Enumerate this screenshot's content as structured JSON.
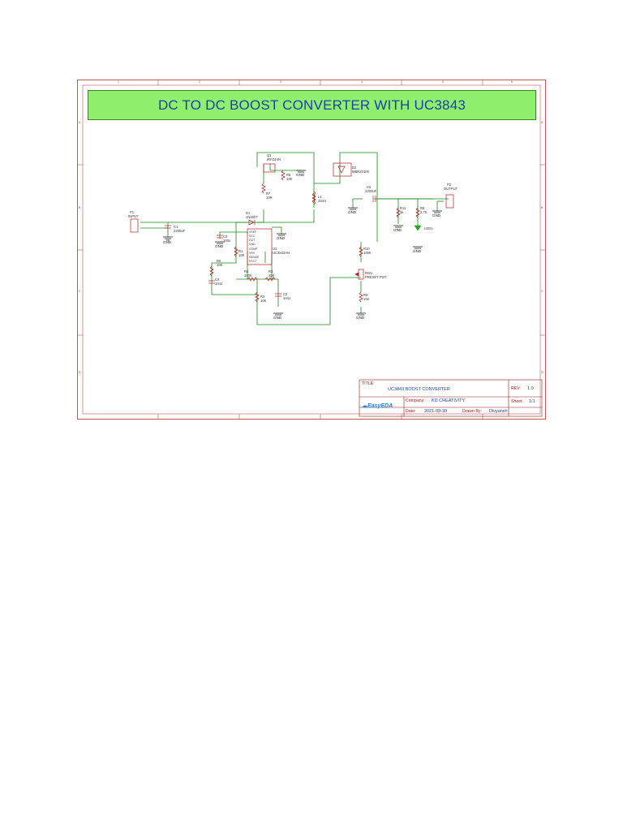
{
  "title": "DC TO DC BOOST CONVERTER WITH UC3843",
  "colors": {
    "wire": "#1a8a1a",
    "part": "#b01e1e",
    "frame": "#b03030",
    "banner": "#8ef06c",
    "text": "#1f3fa8"
  },
  "rulers": {
    "top": [
      "1",
      "2",
      "3",
      "4",
      "5",
      "6"
    ],
    "side": [
      "A",
      "B",
      "C",
      "D"
    ]
  },
  "components": {
    "q1": [
      "Q1",
      "IRFZ44N"
    ],
    "d2": [
      "D2",
      "MBR20100"
    ],
    "r6": [
      "R6",
      "10K"
    ],
    "r7": [
      "R7",
      "10R"
    ],
    "l1": [
      "L1",
      "33uH"
    ],
    "c5": [
      "C5",
      "2200uF"
    ],
    "p2": [
      "P2",
      "OUTPUT"
    ],
    "p1": [
      "P1",
      "INPUT"
    ],
    "c1": [
      "C1",
      "2200uF"
    ],
    "d1": [
      "D1",
      "1N4007"
    ],
    "c3": [
      "C3",
      "100n"
    ],
    "r11": [
      "R11",
      "1k"
    ],
    "r8": [
      "R8",
      "2.7K"
    ],
    "led1": "LED1",
    "u1": [
      "U1",
      "UC3843AN"
    ],
    "u1_pins": [
      "VREF",
      "VCC",
      "OUT",
      "GND",
      "COMP",
      "VFB",
      "ISENSE",
      "RT/CT"
    ],
    "r1": [
      "R1",
      "10K"
    ],
    "r5": [
      "R5",
      "10K"
    ],
    "r10": [
      "R10",
      "100K"
    ],
    "c4": [
      "C4",
      "104J"
    ],
    "r4": [
      "R4",
      "100K"
    ],
    "r3": [
      "R3",
      "22K"
    ],
    "rw": [
      "RW1",
      "PRESET POT"
    ],
    "r2": [
      "R2",
      "10K"
    ],
    "c2": [
      "C2",
      "104J"
    ],
    "r9": [
      "R9",
      "15K"
    ],
    "gnd": "GND"
  },
  "titleblock": {
    "title_key": "TITLE:",
    "title_value": "UC3843 BOOST CONVERTER",
    "rev_key": "REV:",
    "rev_value": "1.0",
    "company_key": "Company:",
    "company_value": "KD CREATIVITY",
    "sheet_key": "Sheet:",
    "sheet_value": "1/1",
    "date_key": "Date:",
    "date_value": "2021-09-30",
    "drawn_key": "Drawn By:",
    "drawn_value": "Divyansh",
    "logo": "EasyEDA"
  }
}
